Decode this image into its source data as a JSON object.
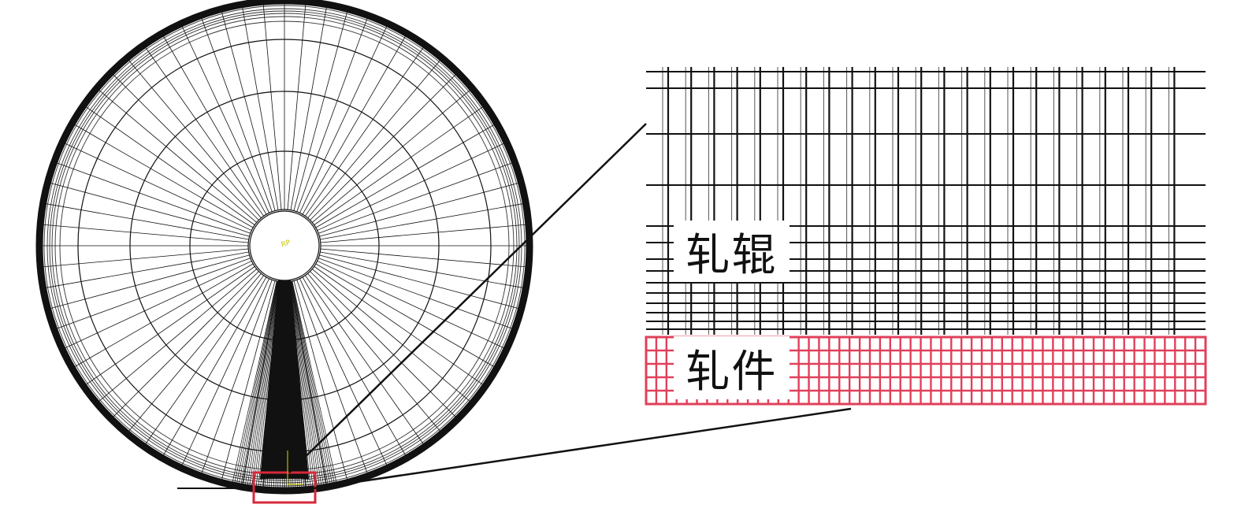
{
  "labels": {
    "roll": "轧辊",
    "workpiece": "轧件",
    "reference_point": "RP"
  },
  "colors": {
    "mesh_line": "#111111",
    "workpiece_mesh": "#e0405a",
    "highlight_box": "#d8283a",
    "reference_marker": "#c8c800",
    "background": "#ffffff"
  },
  "diagram": {
    "roll_mesh": {
      "radial_divisions": 72,
      "ring_count": 5
    },
    "workpiece_mesh": {
      "element_rows": 5,
      "element_columns": 55
    }
  }
}
